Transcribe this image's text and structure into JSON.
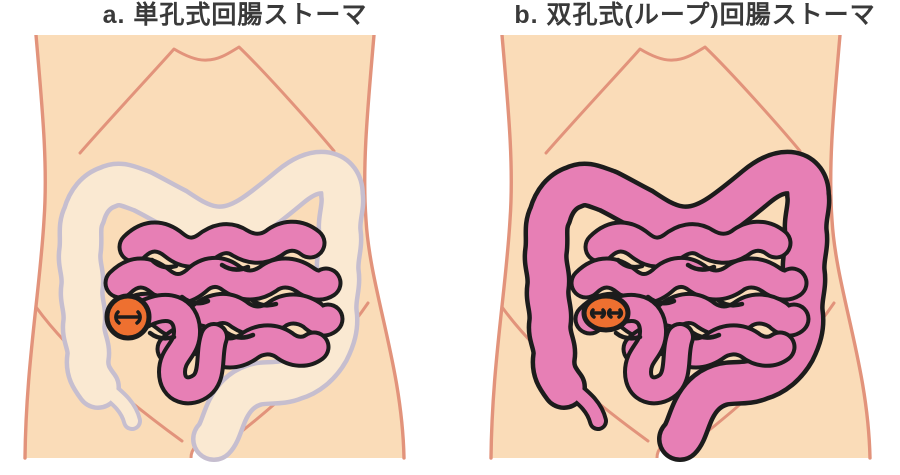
{
  "figure": {
    "description_text_visible": false,
    "panels": [
      {
        "id": "a",
        "title": "a. 単孔式回腸ストーマ",
        "stoma_type": "end (single-barrel) ileostomy",
        "stoma_openings": 1,
        "colon_state": "faded (removed / inactive)"
      },
      {
        "id": "b",
        "title": "b. 双孔式(ループ)回腸ストーマ",
        "stoma_type": "loop (double-barrel) ileostomy",
        "stoma_openings": 2,
        "colon_state": "intact (pink)"
      }
    ],
    "colors": {
      "background": "#ffffff",
      "title_text": "#3a3a3a",
      "skin": "#fadcb8",
      "body_line": "#e2937b",
      "bowel_pink": "#e77fb5",
      "outline_black": "#1c1c1c",
      "stoma_orange": "#ee7030",
      "faded_colon_fill": "#fae9d2",
      "faded_colon_line": "#c6becf"
    }
  }
}
